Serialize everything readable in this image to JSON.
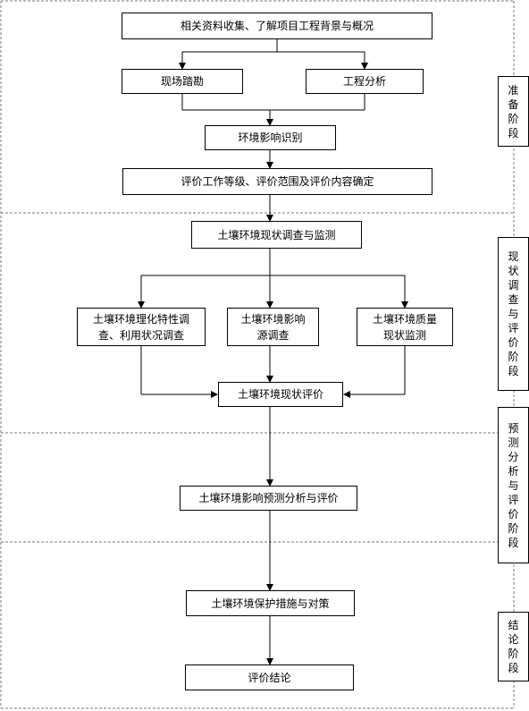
{
  "steps": {
    "collect": "相关资料收集、了解项目工程背景与概况",
    "survey": "现场踏勘",
    "analysis": "工程分析",
    "identify": "环境影响识别",
    "grade": "评价工作等级、评价范围及评价内容确定",
    "soil_status": "土壤环境现状调查与监测",
    "physchem": "土壤环境理化特性调查、利用状况调查",
    "source": "土壤环境影响源调查",
    "quality": "土壤环境质量现状监测",
    "status_eval": "土壤环境现状评价",
    "predict": "土壤环境影响预测分析与评价",
    "protect": "土壤环境保护措施与对策",
    "conclusion": "评价结论"
  },
  "stages": {
    "prep": "准备阶段",
    "survey": "现状调查与评价阶段",
    "predict": "预测分析与评价阶段",
    "conclusion": "结论阶段"
  }
}
